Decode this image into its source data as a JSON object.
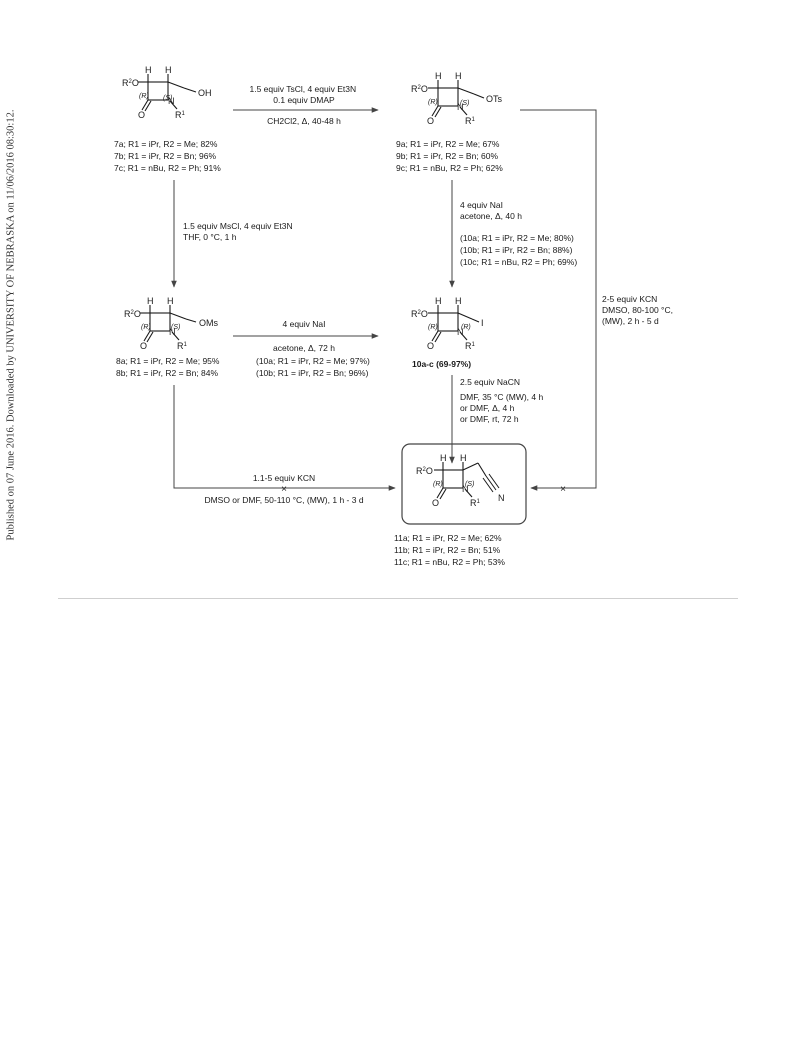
{
  "sidebar": {
    "published_text": "Published on 07 June 2016. Downloaded by UNIVERSITY OF NEBRASKA on 11/06/2016 08:30:12."
  },
  "labels": {
    "H": "H",
    "O": "O",
    "N": "N",
    "R1": "R",
    "R2O": "R",
    "config_R": "(R)",
    "config_S": "(S)",
    "OH": "OH",
    "OTs": "OTs",
    "OMs": "OMs",
    "I": "I",
    "Nnitrile": "N"
  },
  "compounds": {
    "c7": [
      "7a; R1 = iPr, R2 = Me; 82%",
      "7b; R1 = iPr, R2 = Bn; 96%",
      "7c; R1 = nBu, R2 = Ph; 91%"
    ],
    "c9": [
      "9a; R1 = iPr, R2 = Me; 67%",
      "9b; R1 = iPr, R2 = Bn; 60%",
      "9c; R1 = nBu, R2 = Ph; 62%"
    ],
    "c8": [
      "8a; R1 = iPr, R2 = Me; 95%",
      "8b; R1 = iPr, R2 = Bn; 84%"
    ],
    "c10_mid": [
      "(10a; R1 = iPr, R2 = Me; 97%)",
      "(10b; R1 = iPr, R2 = Bn; 96%)"
    ],
    "c10_right": [
      "(10a; R1 = iPr, R2 = Me; 80%)",
      "(10b; R1 = iPr, R2 = Bn; 88%)",
      "(10c; R1 = nBu, R2 = Ph; 69%)"
    ],
    "c10ac": "10a-c (69-97%)",
    "c11": [
      "11a; R1 = iPr, R2 = Me; 62%",
      "11b; R1 = iPr, R2 = Bn; 51%",
      "11c; R1 = nBu, R2 = Ph; 53%"
    ]
  },
  "conditions": {
    "tscl": [
      "1.5 equiv TsCl, 4 equiv Et3N",
      "0.1 equiv DMAP"
    ],
    "tscl_below": "CH2Cl2, Δ, 40-48 h",
    "mscl": [
      "1.5 equiv MsCl, 4 equiv Et3N",
      "THF, 0 °C, 1 h"
    ],
    "nai_mid": "4 equiv NaI",
    "nai_mid_below": "acetone, Δ, 72 h",
    "nai_right": [
      "4 equiv NaI",
      "acetone, Δ, 40 h"
    ],
    "kcn_right": [
      "2-5 equiv KCN",
      "DMSO, 80-100 °C,",
      "(MW), 2 h - 5 d"
    ],
    "nacn": [
      "2.5 equiv NaCN",
      "DMF, 35 °C (MW), 4 h",
      "or DMF, Δ, 4 h",
      "or DMF, rt, 72 h"
    ],
    "kcn_bottom": "1.1-5 equiv KCN",
    "kcn_bottom_below": "DMSO or DMF, 50-110 °C, (MW), 1 h - 3 d"
  },
  "colors": {
    "ink": "#1a1a1a",
    "line": "#555555",
    "divider": "#cfcfcf",
    "box": "#444444"
  }
}
